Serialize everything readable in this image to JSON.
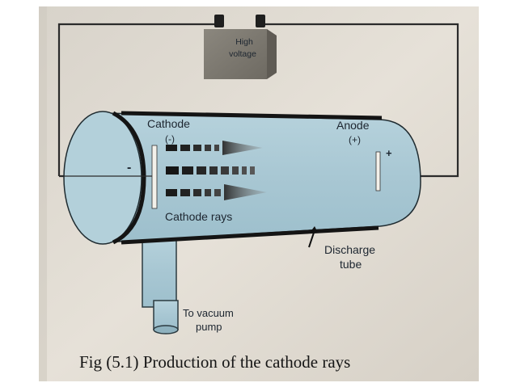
{
  "figure": {
    "battery_label_line1": "High",
    "battery_label_line2": "voltage",
    "cathode_label": "Cathode",
    "cathode_sign": "(-)",
    "anode_label": "Anode",
    "anode_sign": "(+)",
    "end_sign_minus": "-",
    "end_sign_plus": "+",
    "rays_label": "Cathode rays",
    "tube_label_line1": "Discharge",
    "tube_label_line2": "tube",
    "pump_label_line1": "To vacuum",
    "pump_label_line2": "pump"
  },
  "caption": "Fig (5.1) Production of the cathode rays",
  "colors": {
    "page": "#e2ddd4",
    "tube_fill": "#a9c8d4",
    "wire": "#2b2b2b",
    "battery": "#7d7970"
  }
}
